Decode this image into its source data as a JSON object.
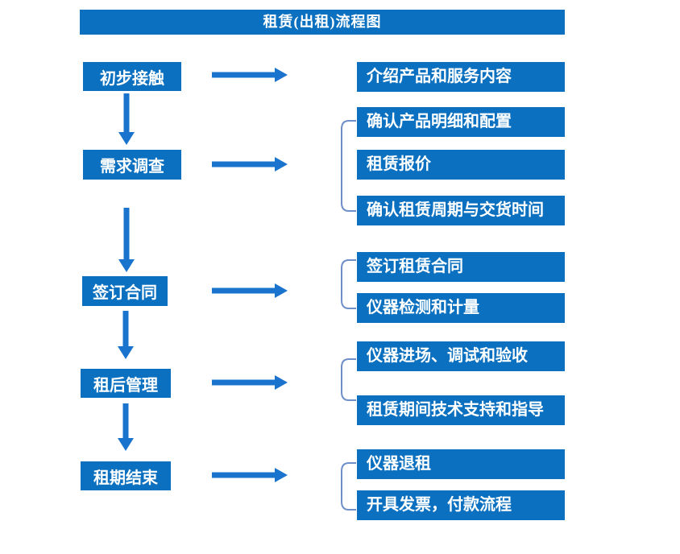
{
  "title": "租赁(出租)流程图",
  "colors": {
    "box_blue": "#0b70bf",
    "arrow_blue": "#1a74cd",
    "bracket_blue": "#6f8fc9",
    "text_white": "#ffffff"
  },
  "steps": [
    {
      "label": "初步接触",
      "details": [
        "介绍产品和服务内容"
      ]
    },
    {
      "label": "需求调查",
      "details": [
        "确认产品明细和配置",
        "租赁报价",
        "确认租赁周期与交货时间"
      ]
    },
    {
      "label": "签订合同",
      "details": [
        "签订租赁合同",
        "仪器检测和计量"
      ]
    },
    {
      "label": "租后管理",
      "details": [
        "仪器进场、调试和验收",
        "租赁期间技术支持和指导"
      ]
    },
    {
      "label": "租期结束",
      "details": [
        "仪器退租",
        "开具发票，付款流程"
      ]
    }
  ]
}
